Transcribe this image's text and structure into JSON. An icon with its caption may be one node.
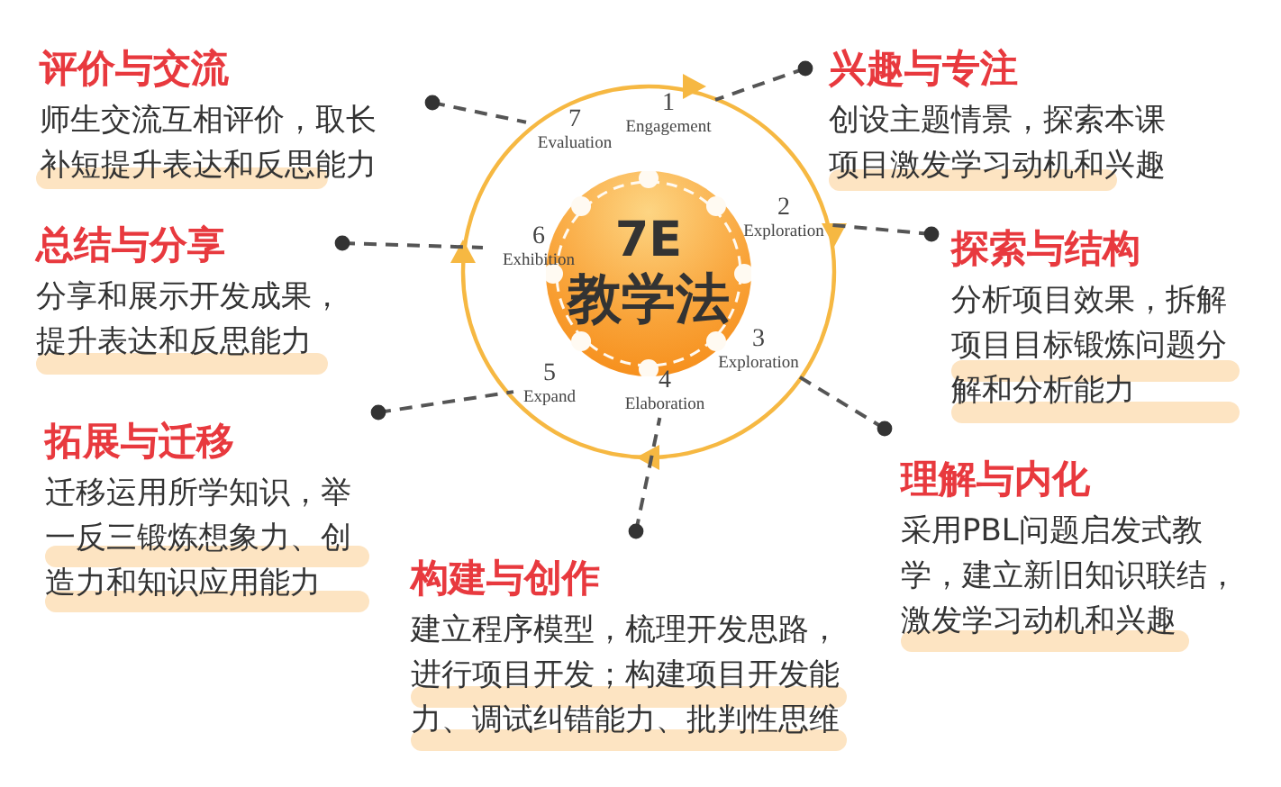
{
  "diagram": {
    "nodes": [
      {
        "text": [
          "7E",
          "教学法"
        ]
      },
      {
        "text": [
          "1",
          "Engagement"
        ]
      },
      {
        "text": [
          "2",
          "Exploration"
        ]
      },
      {
        "text": [
          "3",
          "Exploration"
        ]
      },
      {
        "text": [
          "4",
          "Elaboration"
        ]
      },
      {
        "text": [
          "5",
          "Expand"
        ]
      },
      {
        "text": [
          "6",
          "Exhibition"
        ]
      },
      {
        "text": [
          "7",
          "Evaluation"
        ]
      },
      {
        "text": [
          "兴趣与专注",
          "创设主题情景，探索本课项目激发学习动机和兴趣"
        ]
      },
      {
        "text": [
          "探索与结构",
          "分析项目效果，拆解项目目标锻炼问题分解和分析能力"
        ]
      },
      {
        "text": [
          "理解与内化",
          "采用PBL问题启发式教学，建立新旧知识联结，激发学习动机和兴趣"
        ]
      },
      {
        "text": [
          "构建与创作",
          "建立程序模型，梳理开发思路，进行项目开发；构建项目开发能力、调试纠错能力、批判性思维"
        ]
      },
      {
        "text": [
          "拓展与迁移",
          "迁移运用所学知识，举一反三锻炼想象力、创造力和知识应用能力"
        ]
      },
      {
        "text": [
          "总结与分享",
          "分享和展示开发成果，提升表达和反思能力"
        ]
      },
      {
        "text": [
          "评价与交流",
          "师生交流互相评价，取长补短提升表达和反思能力"
        ]
      }
    ],
    "edges": [
      {
        "from": 8,
        "to": 1,
        "arrow": "other",
        "style": "dashed"
      },
      {
        "from": 9,
        "to": 2,
        "arrow": "other",
        "style": "dashed"
      },
      {
        "from": 10,
        "to": 3,
        "arrow": "other",
        "style": "dashed"
      },
      {
        "from": 11,
        "to": 4,
        "arrow": "other",
        "style": "dashed"
      },
      {
        "from": 12,
        "to": 5,
        "arrow": "other",
        "style": "dashed"
      },
      {
        "from": 13,
        "to": 6,
        "arrow": "other",
        "style": "dashed"
      },
      {
        "from": 14,
        "to": 7,
        "arrow": "other",
        "style": "dashed"
      }
    ]
  }
}
